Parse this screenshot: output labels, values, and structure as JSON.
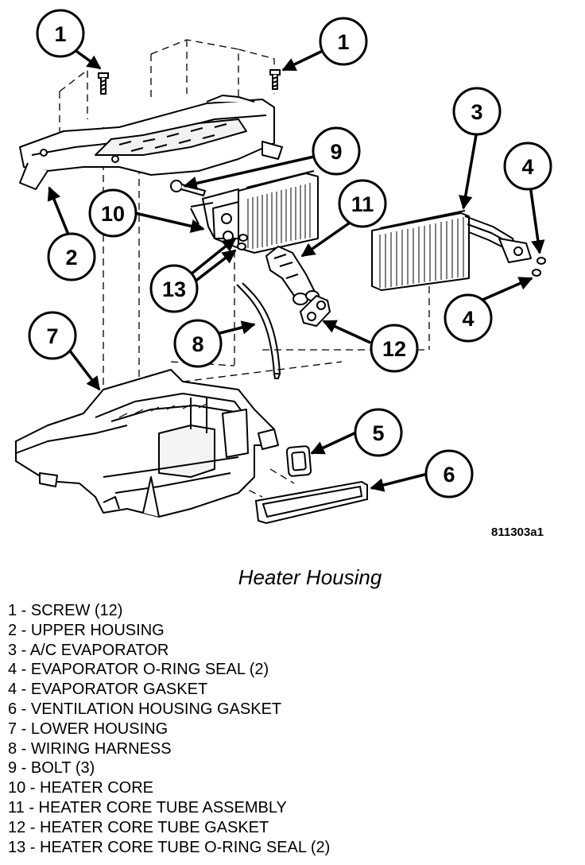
{
  "figure": {
    "callouts": [
      "1",
      "1",
      "2",
      "3",
      "4",
      "4",
      "5",
      "6",
      "7",
      "8",
      "9",
      "10",
      "11",
      "12",
      "13"
    ],
    "figure_id": "811303a1"
  },
  "title": "Heater Housing",
  "legend": [
    "1 - SCREW (12)",
    "2 - UPPER HOUSING",
    "3 - A/C EVAPORATOR",
    "4 - EVAPORATOR O-RING SEAL (2)",
    "4 - EVAPORATOR GASKET",
    "6 - VENTILATION HOUSING GASKET",
    "7 - LOWER HOUSING",
    "8 - WIRING HARNESS",
    "9 - BOLT (3)",
    "10 - HEATER CORE",
    "11 - HEATER CORE TUBE ASSEMBLY",
    "12 - HEATER CORE TUBE GASKET",
    "13 - HEATER CORE TUBE O-RING SEAL (2)"
  ]
}
